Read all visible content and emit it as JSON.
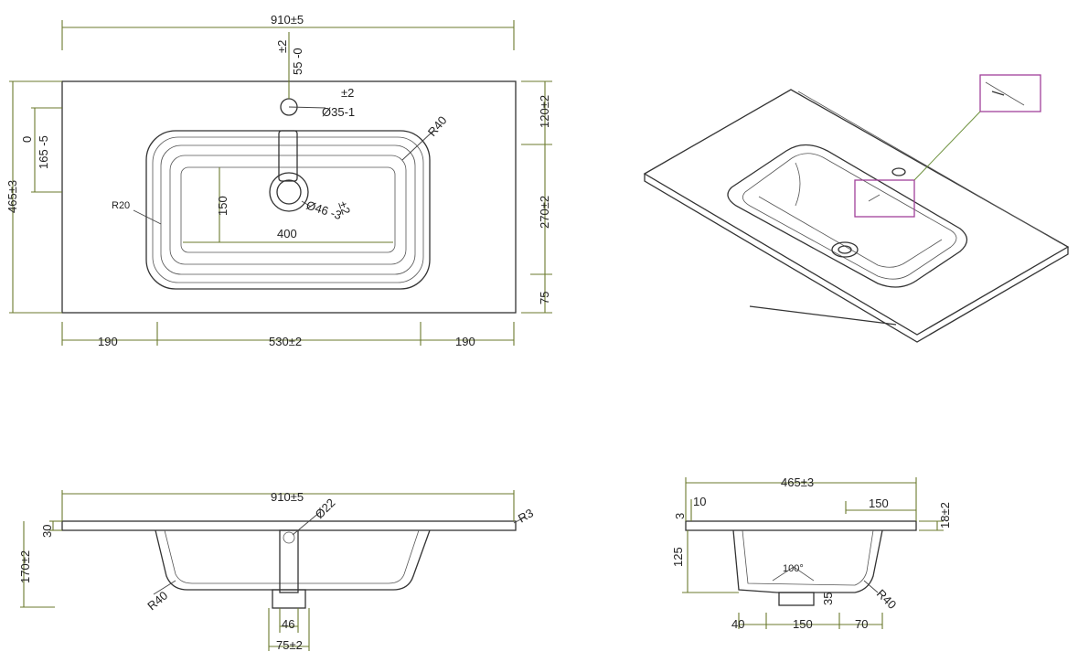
{
  "top_view": {
    "width_total": "910±5",
    "hole_tol": "±2",
    "hole_offset": "55 -0",
    "tap_hole_tol": "±2",
    "tap_hole_dia": "Ø35-1",
    "edge_to_basin": "120±2",
    "depth_total": "465±3",
    "basin_offset_zero": "0",
    "basin_offset": "165 -5",
    "radius_basin": "R40",
    "radius_corner": "R20",
    "basin_depth_inner": "150",
    "drain_tol": "±2",
    "drain_dia": "Ø46 -3",
    "basin_width_inner": "400",
    "basin_length": "270±2",
    "front_margin": "75",
    "side_left": "190",
    "basin_width": "530±2",
    "side_right": "190"
  },
  "front_view": {
    "width_total": "910±5",
    "pipe_dia": "Ø22",
    "edge_radius": "R3",
    "slab": "30",
    "height": "170±2",
    "radius": "R40",
    "drain_width": "46",
    "drain_outer": "75±2"
  },
  "side_view": {
    "depth_total": "465±3",
    "lip": "10",
    "lip_small": "3",
    "offset": "150",
    "thickness": "18±2",
    "height": "125",
    "angle": "100°",
    "drain_h": "35",
    "radius": "R40",
    "front": "40",
    "mid": "150",
    "back": "70"
  }
}
